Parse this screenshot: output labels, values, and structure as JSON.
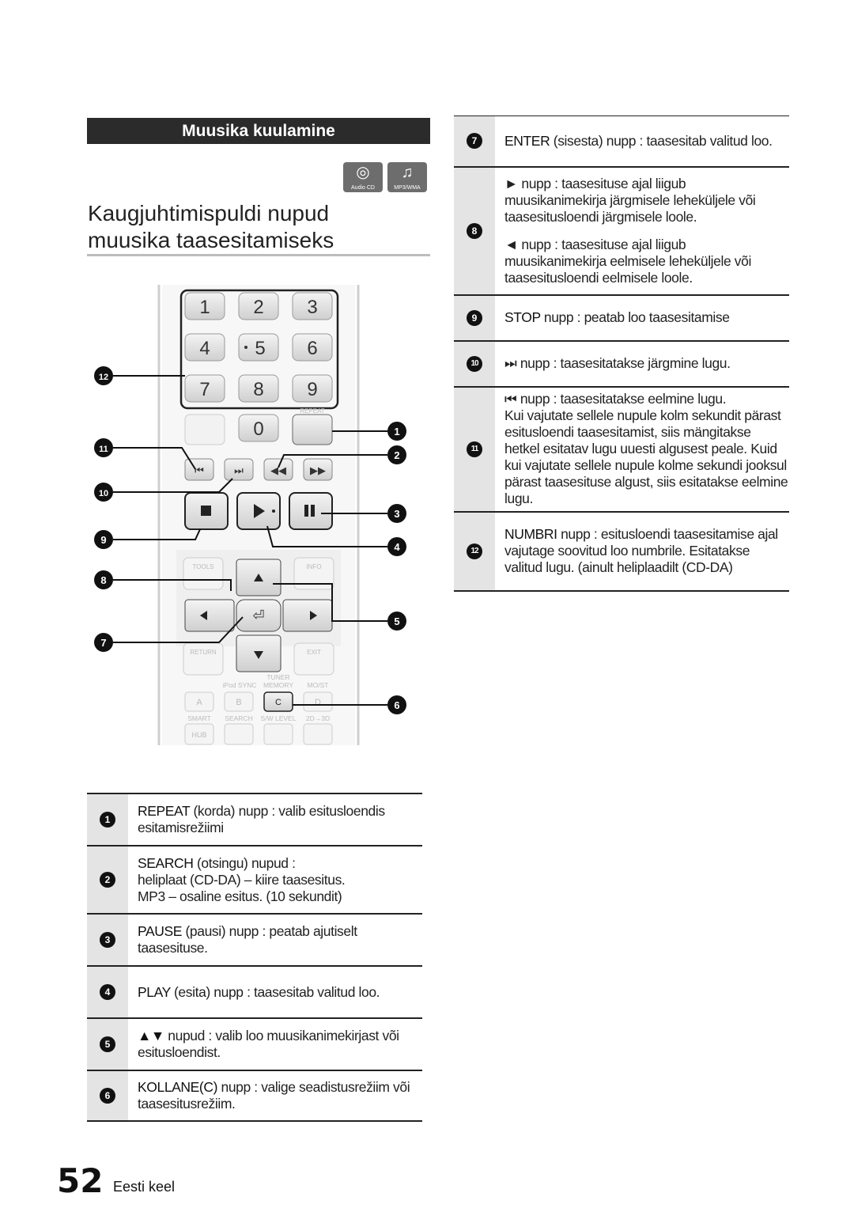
{
  "section_title": "Muusika kuulamine",
  "media_icons": [
    {
      "name": "audio-cd-icon",
      "label": "Audio CD"
    },
    {
      "name": "mp3-wma-icon",
      "label": "MP3/WMA"
    }
  ],
  "main_title": {
    "line1": "Kaugjuhtimispuldi nupud",
    "line2": "muusika taasesitamiseks"
  },
  "remote": {
    "digits": [
      "1",
      "2",
      "3",
      "4",
      "5",
      "6",
      "7",
      "8",
      "9",
      "0"
    ],
    "labels": {
      "repeat": "REPEAT",
      "tools": "TOOLS",
      "info": "INFO",
      "return": "RETURN",
      "exit": "EXIT",
      "ipod_sync": "iPod SYNC",
      "tuner_memory_1": "TUNER",
      "tuner_memory_2": "MEMORY",
      "mo_st": "MO/ST",
      "a": "A",
      "b": "B",
      "c": "C",
      "d": "D",
      "smart": "SMART",
      "search": "SEARCH",
      "sw_level": "S/W LEVEL",
      "two_d_three_d": "2D→3D",
      "hub": "HUB"
    },
    "callouts": [
      "1",
      "2",
      "3",
      "4",
      "5",
      "6",
      "7",
      "8",
      "9",
      "10",
      "11",
      "12"
    ]
  },
  "left_items": [
    {
      "num": "1",
      "keyword": "REPEAT",
      "rest": " (korda) nupp : valib esitusloendis esitamisrežiimi"
    },
    {
      "num": "2",
      "keyword": "SEARCH",
      "rest": " (otsingu) nupud :",
      "line2": "heliplaat (CD-DA) – kiire taasesitus.",
      "line3": "MP3 – osaline esitus. (10 sekundit)"
    },
    {
      "num": "3",
      "keyword": "PAUSE",
      "rest": " (pausi) nupp : peatab ajutiselt taasesituse."
    },
    {
      "num": "4",
      "keyword": "PLAY",
      "rest": " (esita) nupp : taasesitab valitud loo."
    },
    {
      "num": "5",
      "keyword": "▲▼",
      "rest": " nupud : valib loo muusikanimekirjast või esitusloendist."
    },
    {
      "num": "6",
      "keyword": "KOLLANE(C)",
      "rest": " nupp : valige seadistusrežiim või taasesitusrežiim."
    }
  ],
  "right_items": [
    {
      "num": "7",
      "keyword": "ENTER",
      "rest": " (sisesta) nupp : taasesitab valitud loo."
    },
    {
      "num": "8",
      "part1_symbol": "►",
      "part1": " nupp : taasesituse ajal liigub muusikanimekirja järgmisele leheküljele või taasesitusloendi järgmisele loole.",
      "part2_symbol": "◄",
      "part2": " nupp : taasesituse ajal liigub muusikanimekirja eelmisele  leheküljele või taasesitusloendi eelmisele loole."
    },
    {
      "num": "9",
      "keyword": "STOP",
      "rest": " nupp :  peatab loo taasesitamise"
    },
    {
      "num": "10",
      "symbol": "⏭",
      "rest": " nupp : taasesitatakse järgmine lugu."
    },
    {
      "num": "11",
      "symbol": "⏮",
      "rest": " nupp : taasesitatakse eelmine lugu.",
      "extra": "Kui vajutate sellele nupule kolm sekundit pärast esitusloendi taasesitamist, siis mängitakse hetkel esitatav lugu uuesti algusest peale. Kuid kui vajutate sellele nupule kolme sekundi jooksul pärast taasesituse algust, siis esitatakse eelmine lugu."
    },
    {
      "num": "12",
      "keyword": "NUMBRI",
      "rest": " nupp : esitusloendi taasesitamise ajal vajutage soovitud loo numbrile. Esitatakse valitud lugu. (ainult heliplaadilt (CD-DA)"
    }
  ],
  "footer": {
    "page_number": "52",
    "language": "Eesti keel"
  }
}
